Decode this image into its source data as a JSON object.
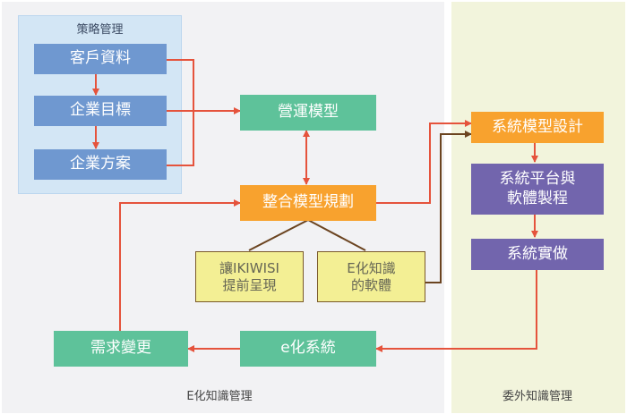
{
  "panels": {
    "left_label": "E化知識管理",
    "right_label": "委外知識管理"
  },
  "strategy_group": {
    "title": "策略管理",
    "items": [
      "客戶資料",
      "企業目標",
      "企業方案"
    ]
  },
  "nodes": {
    "operation_model": "營運模型",
    "integration_planning": "整合模型規劃",
    "ikiwisi": "讓IKIWISI\n提前呈現",
    "e_knowledge_software": "E化知識\n的軟體",
    "requirement_change": "需求變更",
    "e_system": "e化系統",
    "system_model_design": "系統模型設計",
    "platform_software": "系統平台與\n軟體製程",
    "system_implementation": "系統實做"
  },
  "colors": {
    "arrow_red": "#e5533c",
    "arrow_brown": "#6b4420",
    "strategy_blue": "#6f98d0",
    "green": "#5ec29a",
    "orange": "#f8a22e",
    "purple": "#7265ad",
    "yellow": "#f3ef94"
  }
}
